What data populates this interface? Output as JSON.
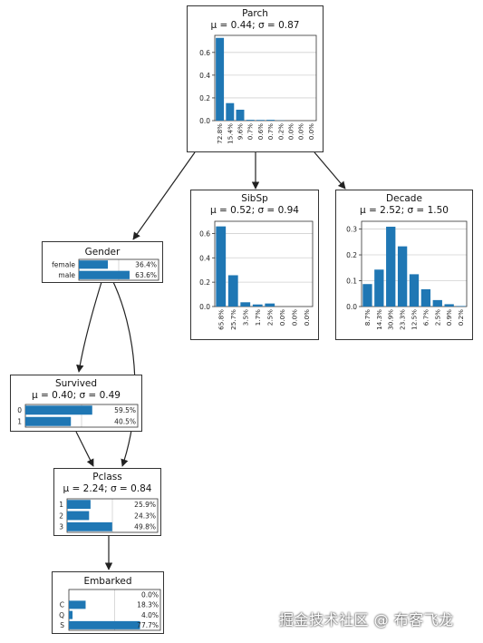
{
  "nodes": {
    "parch": {
      "title": "Parch",
      "stats": "μ = 0.44; σ = 0.87"
    },
    "sibsp": {
      "title": "SibSp",
      "stats": "μ = 0.52; σ = 0.94"
    },
    "decade": {
      "title": "Decade",
      "stats": "μ = 2.52; σ = 1.50"
    },
    "gender": {
      "title": "Gender",
      "stats": ""
    },
    "survived": {
      "title": "Survived",
      "stats": "μ = 0.40; σ = 0.49"
    },
    "pclass": {
      "title": "Pclass",
      "stats": "μ = 2.24; σ = 0.84"
    },
    "embarked": {
      "title": "Embarked",
      "stats": ""
    }
  },
  "chart_data": [
    {
      "id": "parch",
      "type": "bar",
      "title": "Parch",
      "values": [
        0.728,
        0.154,
        0.096,
        0.007,
        0.006,
        0.007,
        0.002,
        0.0,
        0.0,
        0.0
      ],
      "labels": [
        "72.8%",
        "15.4%",
        "9.6%",
        "0.7%",
        "0.6%",
        "0.7%",
        "0.2%",
        "0.0%",
        "0.0%",
        "0.0%"
      ],
      "ylim": [
        0,
        0.75
      ],
      "yticks": [
        "0.0",
        "0.2",
        "0.4",
        "0.6"
      ],
      "ytick_values": [
        0,
        0.2,
        0.4,
        0.6
      ]
    },
    {
      "id": "sibsp",
      "type": "bar",
      "title": "SibSp",
      "values": [
        0.658,
        0.257,
        0.035,
        0.017,
        0.025,
        0.0,
        0.0,
        0.0
      ],
      "labels": [
        "65.8%",
        "25.7%",
        "3.5%",
        "1.7%",
        "2.5%",
        "0.0%",
        "0.0%",
        "0.0%"
      ],
      "ylim": [
        0,
        0.7
      ],
      "yticks": [
        "0.0",
        "0.2",
        "0.4",
        "0.6"
      ],
      "ytick_values": [
        0,
        0.2,
        0.4,
        0.6
      ]
    },
    {
      "id": "decade",
      "type": "bar",
      "title": "Decade",
      "values": [
        0.087,
        0.143,
        0.309,
        0.233,
        0.125,
        0.067,
        0.025,
        0.009,
        0.002
      ],
      "labels": [
        "8.7%",
        "14.3%",
        "30.9%",
        "23.3%",
        "12.5%",
        "6.7%",
        "2.5%",
        "0.9%",
        "0.2%"
      ],
      "ylim": [
        0,
        0.33
      ],
      "yticks": [
        "0.0",
        "0.1",
        "0.2",
        "0.3"
      ],
      "ytick_values": [
        0,
        0.1,
        0.2,
        0.3
      ]
    },
    {
      "id": "gender",
      "type": "hbar",
      "title": "Gender",
      "categories": [
        "female",
        "male"
      ],
      "values": [
        0.364,
        0.636
      ],
      "labels": [
        "36.4%",
        "63.6%"
      ]
    },
    {
      "id": "survived",
      "type": "hbar",
      "title": "Survived",
      "categories": [
        "0",
        "1"
      ],
      "values": [
        0.595,
        0.405
      ],
      "labels": [
        "59.5%",
        "40.5%"
      ]
    },
    {
      "id": "pclass",
      "type": "hbar",
      "title": "Pclass",
      "categories": [
        "1",
        "2",
        "3"
      ],
      "values": [
        0.259,
        0.243,
        0.498
      ],
      "labels": [
        "25.9%",
        "24.3%",
        "49.8%"
      ]
    },
    {
      "id": "embarked",
      "type": "hbar",
      "title": "Embarked",
      "categories": [
        "",
        "C",
        "Q",
        "S"
      ],
      "values": [
        0.0,
        0.183,
        0.04,
        0.777
      ],
      "labels": [
        "0.0%",
        "18.3%",
        "4.0%",
        "77.7%"
      ]
    }
  ],
  "edges": [
    [
      "parch",
      "gender"
    ],
    [
      "parch",
      "sibsp"
    ],
    [
      "parch",
      "decade"
    ],
    [
      "gender",
      "survived"
    ],
    [
      "gender",
      "pclass"
    ],
    [
      "survived",
      "pclass"
    ],
    [
      "pclass",
      "embarked"
    ]
  ],
  "colors": {
    "bar": "#1f77b4",
    "grid": "#d0d0d0",
    "axis": "#333333",
    "edge": "#222222"
  },
  "watermark": "掘金技术社区 @ 布客飞龙"
}
